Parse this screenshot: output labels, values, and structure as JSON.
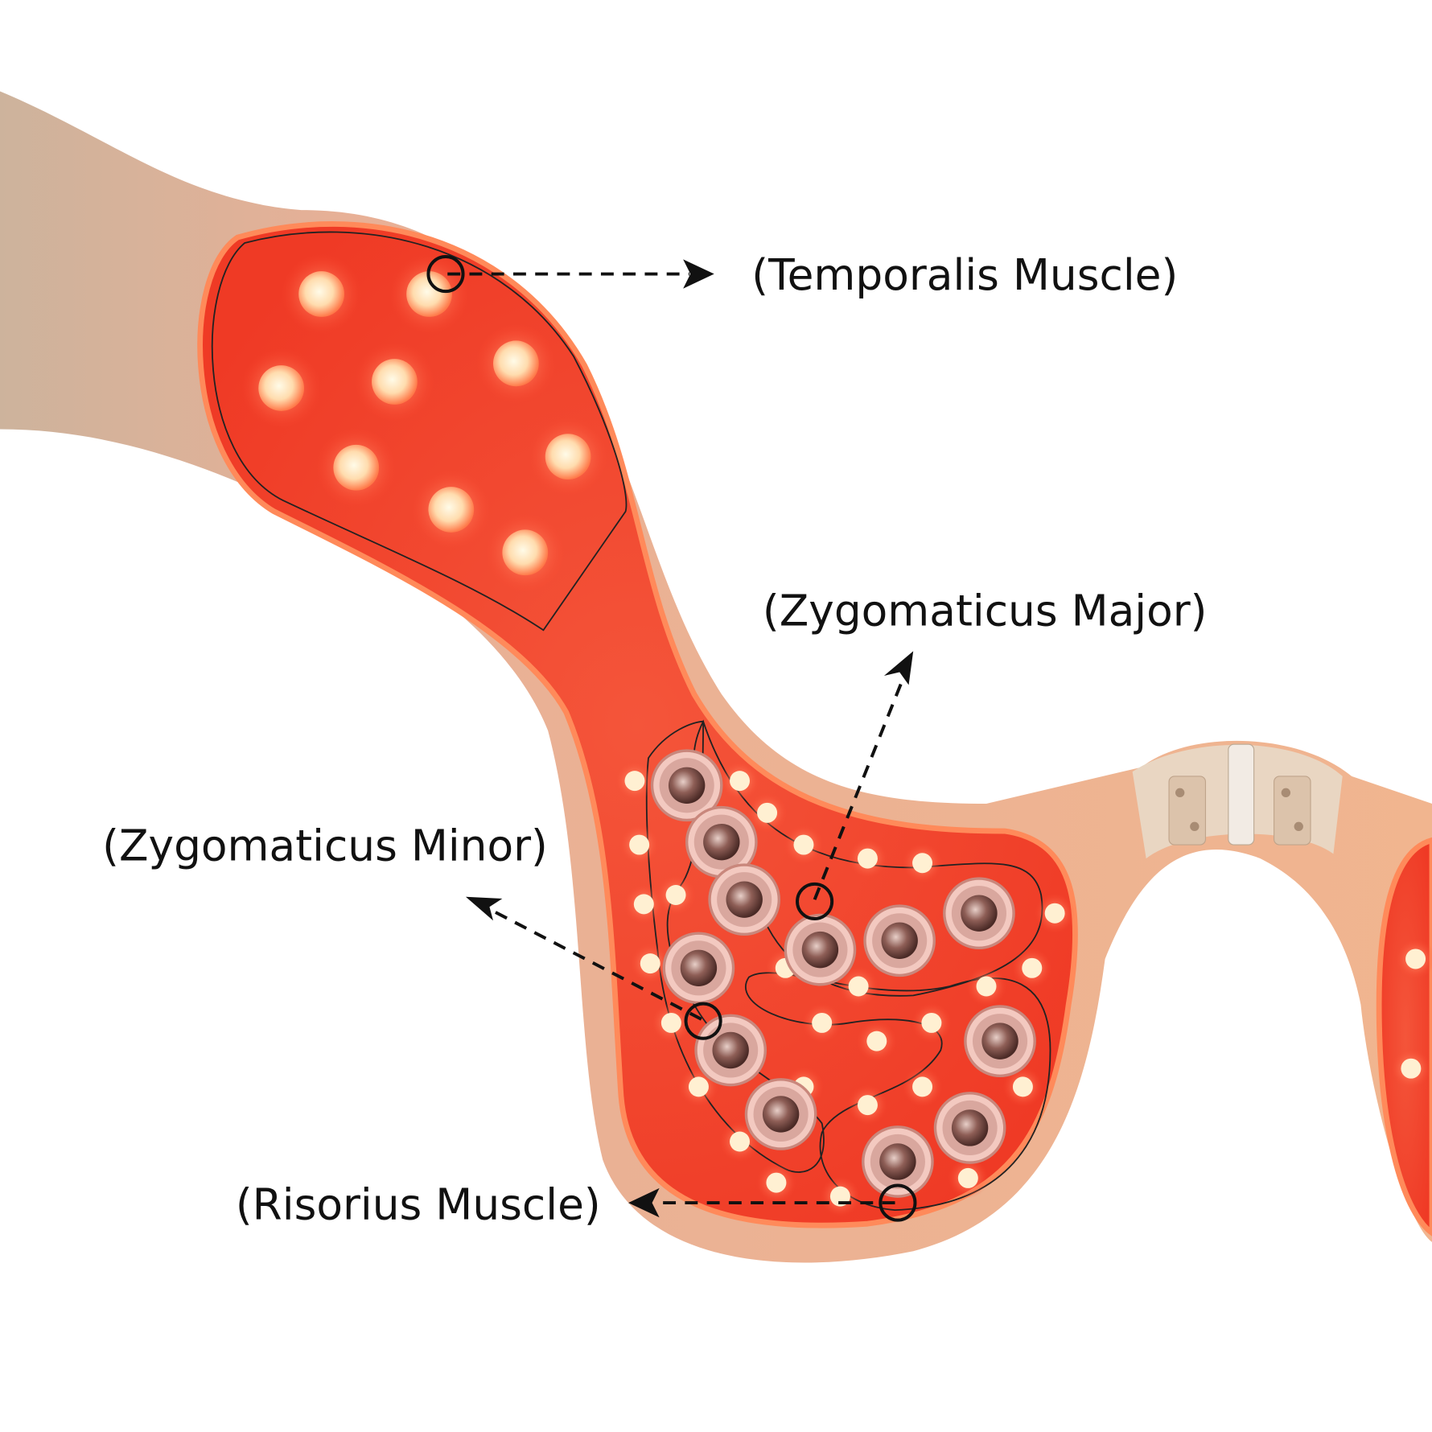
{
  "labels": {
    "temporalis": "(Temporalis Muscle)",
    "zygomaticus_major": "(Zygomaticus Major)",
    "zygomaticus_minor": "(Zygomaticus Minor)",
    "risorius": "(Risorius Muscle)"
  },
  "colors": {
    "strap": "#d8bea4",
    "pad_red": "#f2432c",
    "led_glow": "#fff1c8",
    "electrode": "#a0766e"
  }
}
